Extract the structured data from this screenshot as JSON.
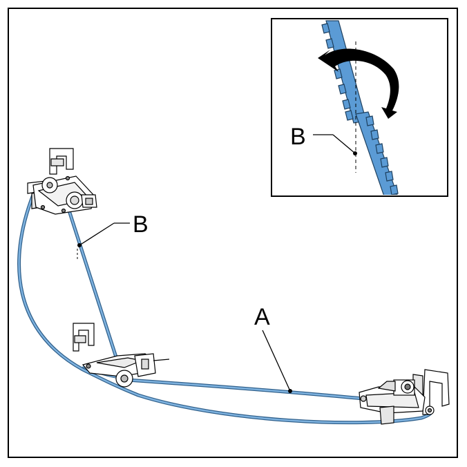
{
  "labels": {
    "belt_a": "A",
    "belt_b_main": "B",
    "belt_b_inset": "B"
  },
  "colors": {
    "belt": "#5b9bd5",
    "belt_dark": "#2f5f8a",
    "line": "#000000",
    "part_fill": "#ffffff",
    "part_shade": "#cfcfcf"
  },
  "icons": {
    "rotation": "curved-arrow-icon"
  }
}
